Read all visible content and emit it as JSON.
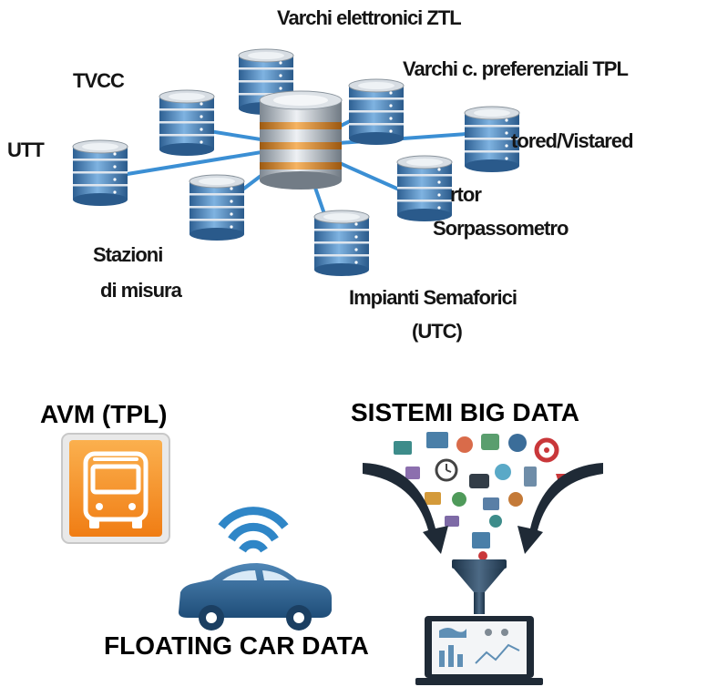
{
  "network": {
    "labels": {
      "varchi_ztl": "Varchi elettronici ZTL",
      "tvcc": "TVCC",
      "varchi_tpl": "Varchi c. preferenziali TPL",
      "utt": "UTT",
      "vistored": "tored/Vistared",
      "rtor": "rtor",
      "sorpasso": "Sorpassometro",
      "stazioni_1": "Stazioni",
      "stazioni_2": "di misura",
      "semafori_1": "Impianti Semaforici",
      "semafori_2": "(UTC)"
    }
  },
  "avm": {
    "title": "AVM (TPL)",
    "icon": "bus-icon",
    "accent": "#f7901e"
  },
  "big_data": {
    "title": "SISTEMI BIG DATA",
    "funnel_icon": "funnel-icon",
    "laptop_icon": "laptop-icon"
  },
  "floating": {
    "title": "FLOATING CAR DATA",
    "car_color": "#2b5f8e",
    "wifi_color": "#2f86c7"
  },
  "colors": {
    "db_blue": "#4f8fc6",
    "db_silver": "#c9cfd6",
    "db_orange": "#e6902e",
    "connector": "#3b8fd4",
    "text": "#151515"
  }
}
